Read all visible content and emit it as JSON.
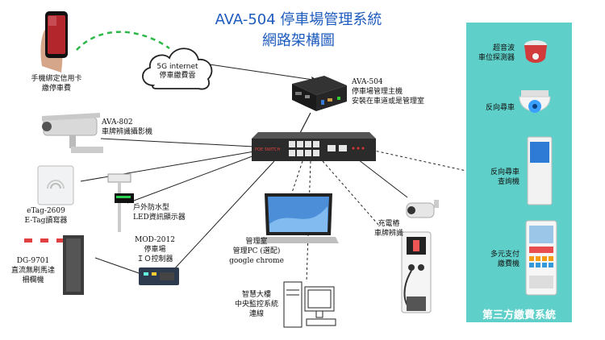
{
  "title": {
    "line1": "AVA-504 停車場管理系統",
    "line2": "網路架構圖"
  },
  "cloud": {
    "line1": "5G internet",
    "line2": "停車繳費雲"
  },
  "switch": {
    "label": "POE SWITCH"
  },
  "phone": {
    "line1": "手機綁定信用卡",
    "line2": "繳停車費"
  },
  "host": {
    "line1": "AVA-504",
    "line2": "停車場管理主機",
    "line3": "安裝在車道或是管理室"
  },
  "camera": {
    "line1": "AVA-802",
    "line2": "車牌辨識攝影機"
  },
  "etag": {
    "line1": "eTag-2609",
    "line2": "E-Tag讀寫器"
  },
  "led": {
    "line1": "戶外防水型",
    "line2": "LED資訊顯示器"
  },
  "barrier": {
    "line1": "DG-9701",
    "line2": "直流無刷馬達",
    "line3": "柵欄機"
  },
  "io": {
    "line1": "MOD-2012",
    "line2": "停車場",
    "line3": "ＩＯ控制器"
  },
  "pc": {
    "line1": "管理室",
    "line2": "管理PC (選配)",
    "line3": "google chrome"
  },
  "charger": {
    "line1": "充電樁",
    "line2": "車牌辨識"
  },
  "building": {
    "line1": "智慧大樓",
    "line2": "中央監控系統",
    "line3": "連線"
  },
  "third_party": {
    "title": "第三方繳費系統",
    "ultrasonic": {
      "line1": "超音波",
      "line2": "車位探測器"
    },
    "reverse": {
      "line1": "反向尋車"
    },
    "kiosk": {
      "line1": "反向尋車",
      "line2": "查詢機"
    },
    "pay": {
      "line1": "多元支付",
      "line2": "繳費機"
    }
  },
  "colors": {
    "title": "#1e5bbf",
    "panel": "#5fd0c9",
    "link": "#2db84a",
    "line": "#222222"
  }
}
